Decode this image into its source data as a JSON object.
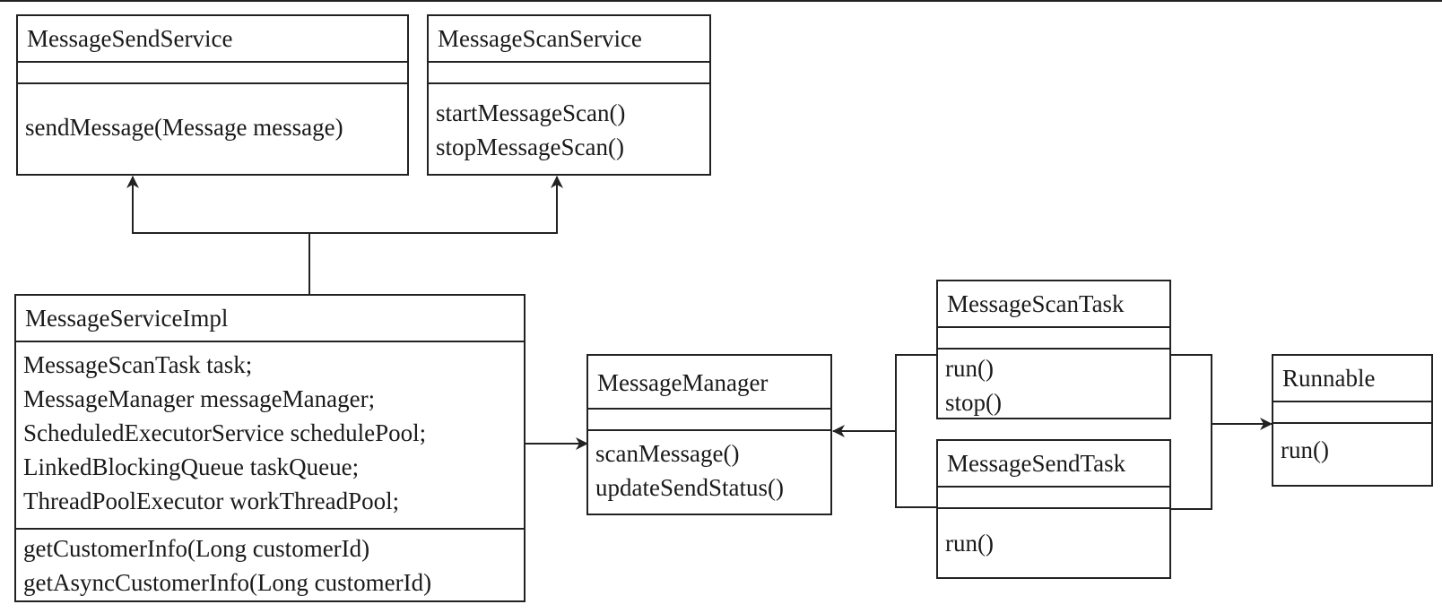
{
  "classes": {
    "message_send_service": {
      "name": "MessageSendService",
      "attributes": [],
      "methods": [
        "sendMessage(Message message)"
      ]
    },
    "message_scan_service": {
      "name": "MessageScanService",
      "attributes": [],
      "methods": [
        "startMessageScan()",
        "stopMessageScan()"
      ]
    },
    "message_service_impl": {
      "name": "MessageServiceImpl",
      "attributes": [
        "MessageScanTask task;",
        "MessageManager messageManager;",
        "ScheduledExecutorService schedulePool;",
        "LinkedBlockingQueue taskQueue;",
        "ThreadPoolExecutor workThreadPool;"
      ],
      "methods": [
        "getCustomerInfo(Long customerId)",
        "getAsyncCustomerInfo(Long customerId)"
      ]
    },
    "message_manager": {
      "name": "MessageManager",
      "attributes": [],
      "methods": [
        "scanMessage()",
        "updateSendStatus()"
      ]
    },
    "message_scan_task": {
      "name": "MessageScanTask",
      "attributes": [],
      "methods": [
        "run()",
        "stop()"
      ]
    },
    "message_send_task": {
      "name": "MessageSendTask",
      "attributes": [],
      "methods": [
        "run()"
      ]
    },
    "runnable": {
      "name": "Runnable",
      "attributes": [],
      "methods": [
        "run()"
      ]
    }
  },
  "relations": [
    {
      "from": "message_service_impl",
      "to": "message_send_service",
      "kind": "implements"
    },
    {
      "from": "message_service_impl",
      "to": "message_scan_service",
      "kind": "implements"
    },
    {
      "from": "message_service_impl",
      "to": "message_manager",
      "kind": "uses"
    },
    {
      "from": "message_scan_task",
      "to": "message_manager",
      "kind": "uses"
    },
    {
      "from": "message_send_task",
      "to": "message_manager",
      "kind": "uses"
    },
    {
      "from": "message_scan_task",
      "to": "runnable",
      "kind": "implements"
    },
    {
      "from": "message_send_task",
      "to": "runnable",
      "kind": "implements"
    }
  ]
}
